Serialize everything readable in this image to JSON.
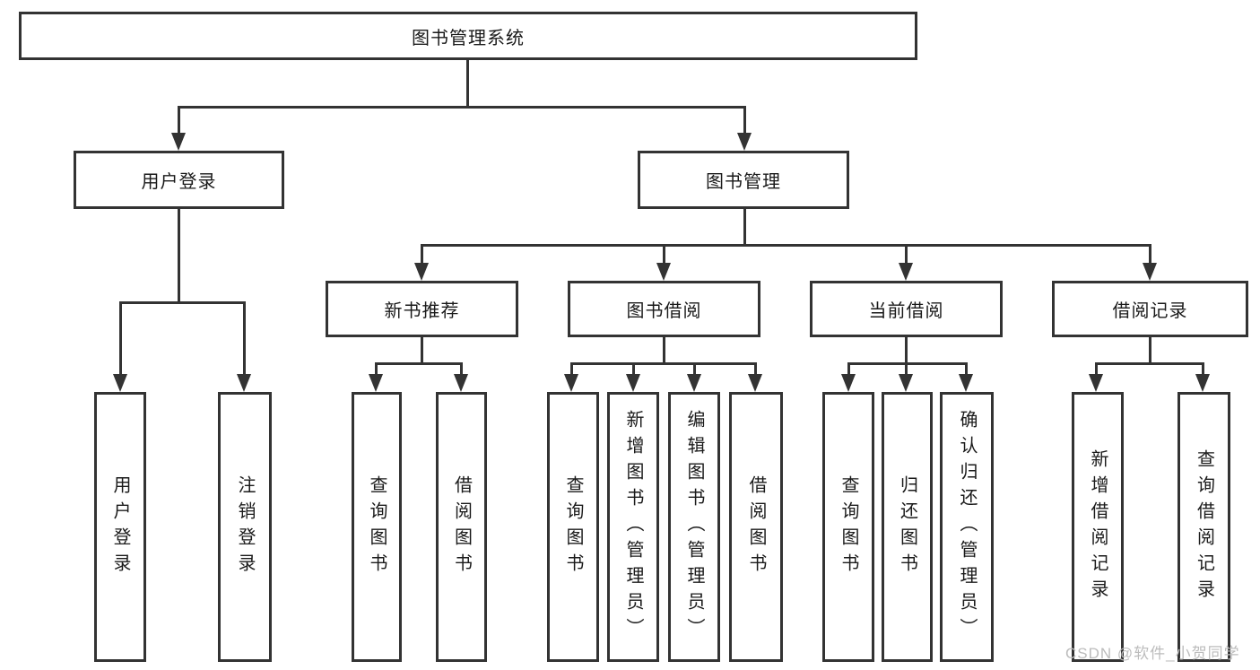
{
  "diagram": {
    "root": "图书管理系统",
    "level2": [
      {
        "label": "用户登录",
        "children": [
          "用户登录",
          "注销登录"
        ]
      },
      {
        "label": "图书管理",
        "children": []
      }
    ],
    "level3": [
      {
        "label": "新书推荐",
        "children": [
          "查询图书",
          "借阅图书"
        ]
      },
      {
        "label": "图书借阅",
        "children": [
          "查询图书",
          "新增图书（管理员）",
          "编辑图书（管理员）",
          "借阅图书"
        ]
      },
      {
        "label": "当前借阅",
        "children": [
          "查询图书",
          "归还图书",
          "确认归还（管理员）"
        ]
      },
      {
        "label": "借阅记录",
        "children": [
          "新增借阅记录",
          "查询借阅记录"
        ]
      }
    ]
  },
  "watermark": "CSDN @软件_小贺同学",
  "colors": {
    "line": "#333333",
    "text": "#1a1a1a",
    "background": "#ffffff",
    "watermark": "#bcbcbc"
  }
}
